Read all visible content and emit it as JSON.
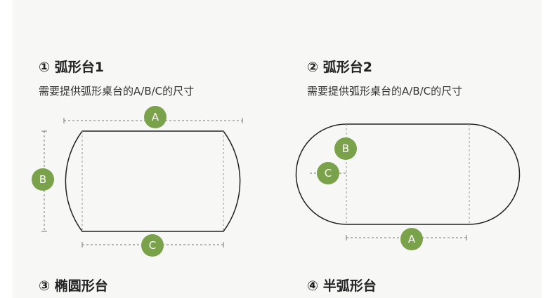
{
  "sections": [
    {
      "title": "① 弧形台1",
      "subtitle": "需要提供弧形桌台的A/B/C的尺寸"
    },
    {
      "title": "② 弧形台2",
      "subtitle": "需要提供弧形桌台的A/B/C的尺寸"
    },
    {
      "title": "③ 椭圆形台"
    },
    {
      "title": "④ 半弧形台"
    }
  ],
  "markers": {
    "a": "A",
    "b": "B",
    "c": "C"
  },
  "colors": {
    "marker": "#7aa24a",
    "line": "#222222",
    "dashed": "#777777",
    "background": "#f7f7f6"
  }
}
